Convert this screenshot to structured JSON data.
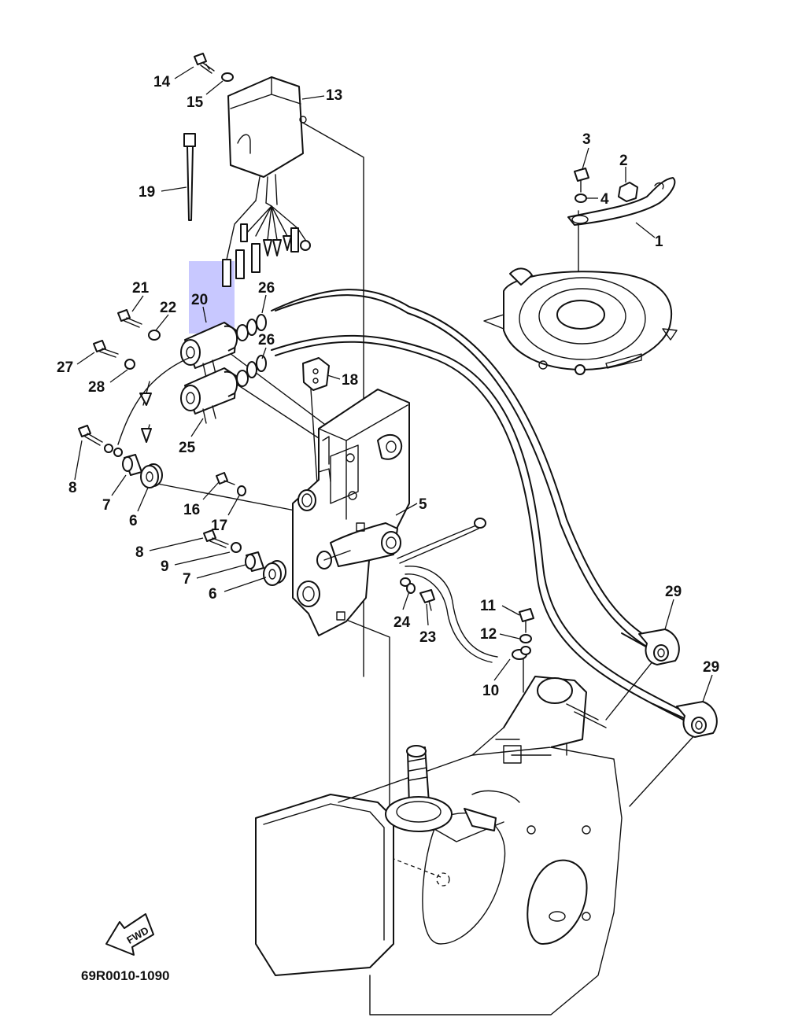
{
  "highlight_color": "#c8c8ff",
  "drawing_code": "69R0010-1090",
  "fwd_label": "FWD",
  "parts": [
    {
      "id": "p1",
      "label": "1"
    },
    {
      "id": "p2",
      "label": "2"
    },
    {
      "id": "p3",
      "label": "3"
    },
    {
      "id": "p4",
      "label": "4"
    },
    {
      "id": "p5",
      "label": "5"
    },
    {
      "id": "p6a",
      "label": "6"
    },
    {
      "id": "p6b",
      "label": "6"
    },
    {
      "id": "p7a",
      "label": "7"
    },
    {
      "id": "p7b",
      "label": "7"
    },
    {
      "id": "p8a",
      "label": "8"
    },
    {
      "id": "p8b",
      "label": "8"
    },
    {
      "id": "p9",
      "label": "9"
    },
    {
      "id": "p10",
      "label": "10"
    },
    {
      "id": "p11",
      "label": "11"
    },
    {
      "id": "p12",
      "label": "12"
    },
    {
      "id": "p13",
      "label": "13"
    },
    {
      "id": "p14",
      "label": "14"
    },
    {
      "id": "p15",
      "label": "15"
    },
    {
      "id": "p16",
      "label": "16"
    },
    {
      "id": "p17",
      "label": "17"
    },
    {
      "id": "p18",
      "label": "18"
    },
    {
      "id": "p19",
      "label": "19"
    },
    {
      "id": "p20",
      "label": "20"
    },
    {
      "id": "p21",
      "label": "21"
    },
    {
      "id": "p22",
      "label": "22"
    },
    {
      "id": "p23",
      "label": "23"
    },
    {
      "id": "p24",
      "label": "24"
    },
    {
      "id": "p25",
      "label": "25"
    },
    {
      "id": "p26a",
      "label": "26"
    },
    {
      "id": "p26b",
      "label": "26"
    },
    {
      "id": "p27",
      "label": "27"
    },
    {
      "id": "p28",
      "label": "28"
    },
    {
      "id": "p29a",
      "label": "29"
    },
    {
      "id": "p29b",
      "label": "29"
    }
  ]
}
